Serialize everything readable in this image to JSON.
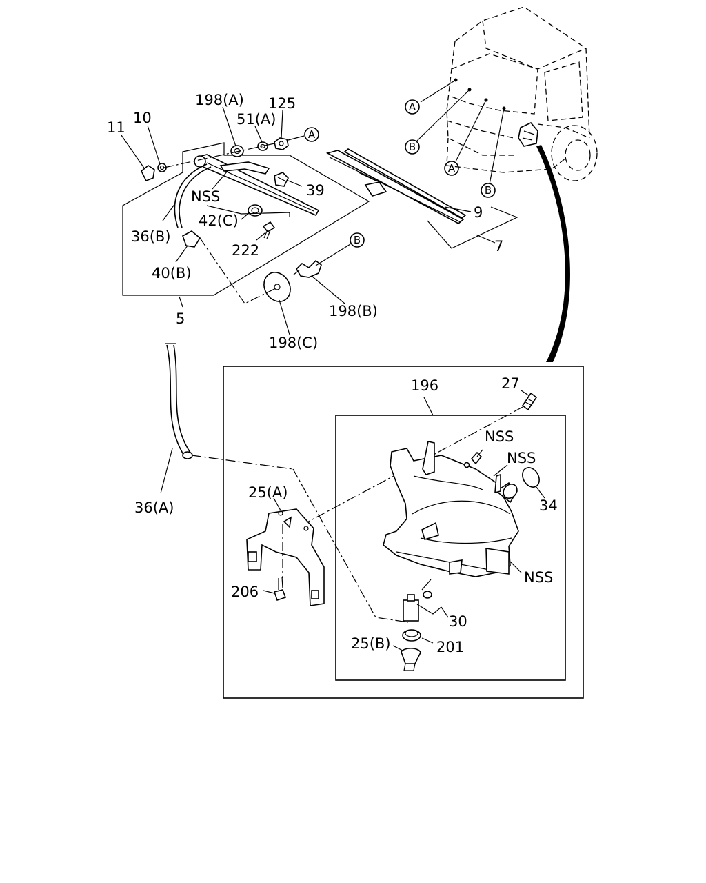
{
  "callouts": {
    "p11": "11",
    "p10": "10",
    "p198a": "198(A)",
    "p51a": "51(A)",
    "p125": "125",
    "nss_arm": "NSS",
    "p39": "39",
    "p36b": "36(B)",
    "p42c": "42(C)",
    "p222": "222",
    "p40b": "40(B)",
    "p5": "5",
    "p198c": "198(C)",
    "p198b": "198(B)",
    "p9": "9",
    "p7": "7",
    "p36a": "36(A)",
    "p196": "196",
    "p27": "27",
    "nss_1": "NSS",
    "nss_2": "NSS",
    "p34": "34",
    "p25a": "25(A)",
    "nss_3": "NSS",
    "p206": "206",
    "p30": "30",
    "p25b": "25(B)",
    "p201": "201"
  },
  "refs": {
    "a": "A",
    "b": "B"
  },
  "icons": [
    "truck-cab-outline",
    "wiper-blade",
    "wiper-arm",
    "washer-nozzle",
    "washer-hose",
    "washer-tank",
    "washer-pump",
    "bracket",
    "bolt",
    "nut",
    "grommet"
  ]
}
